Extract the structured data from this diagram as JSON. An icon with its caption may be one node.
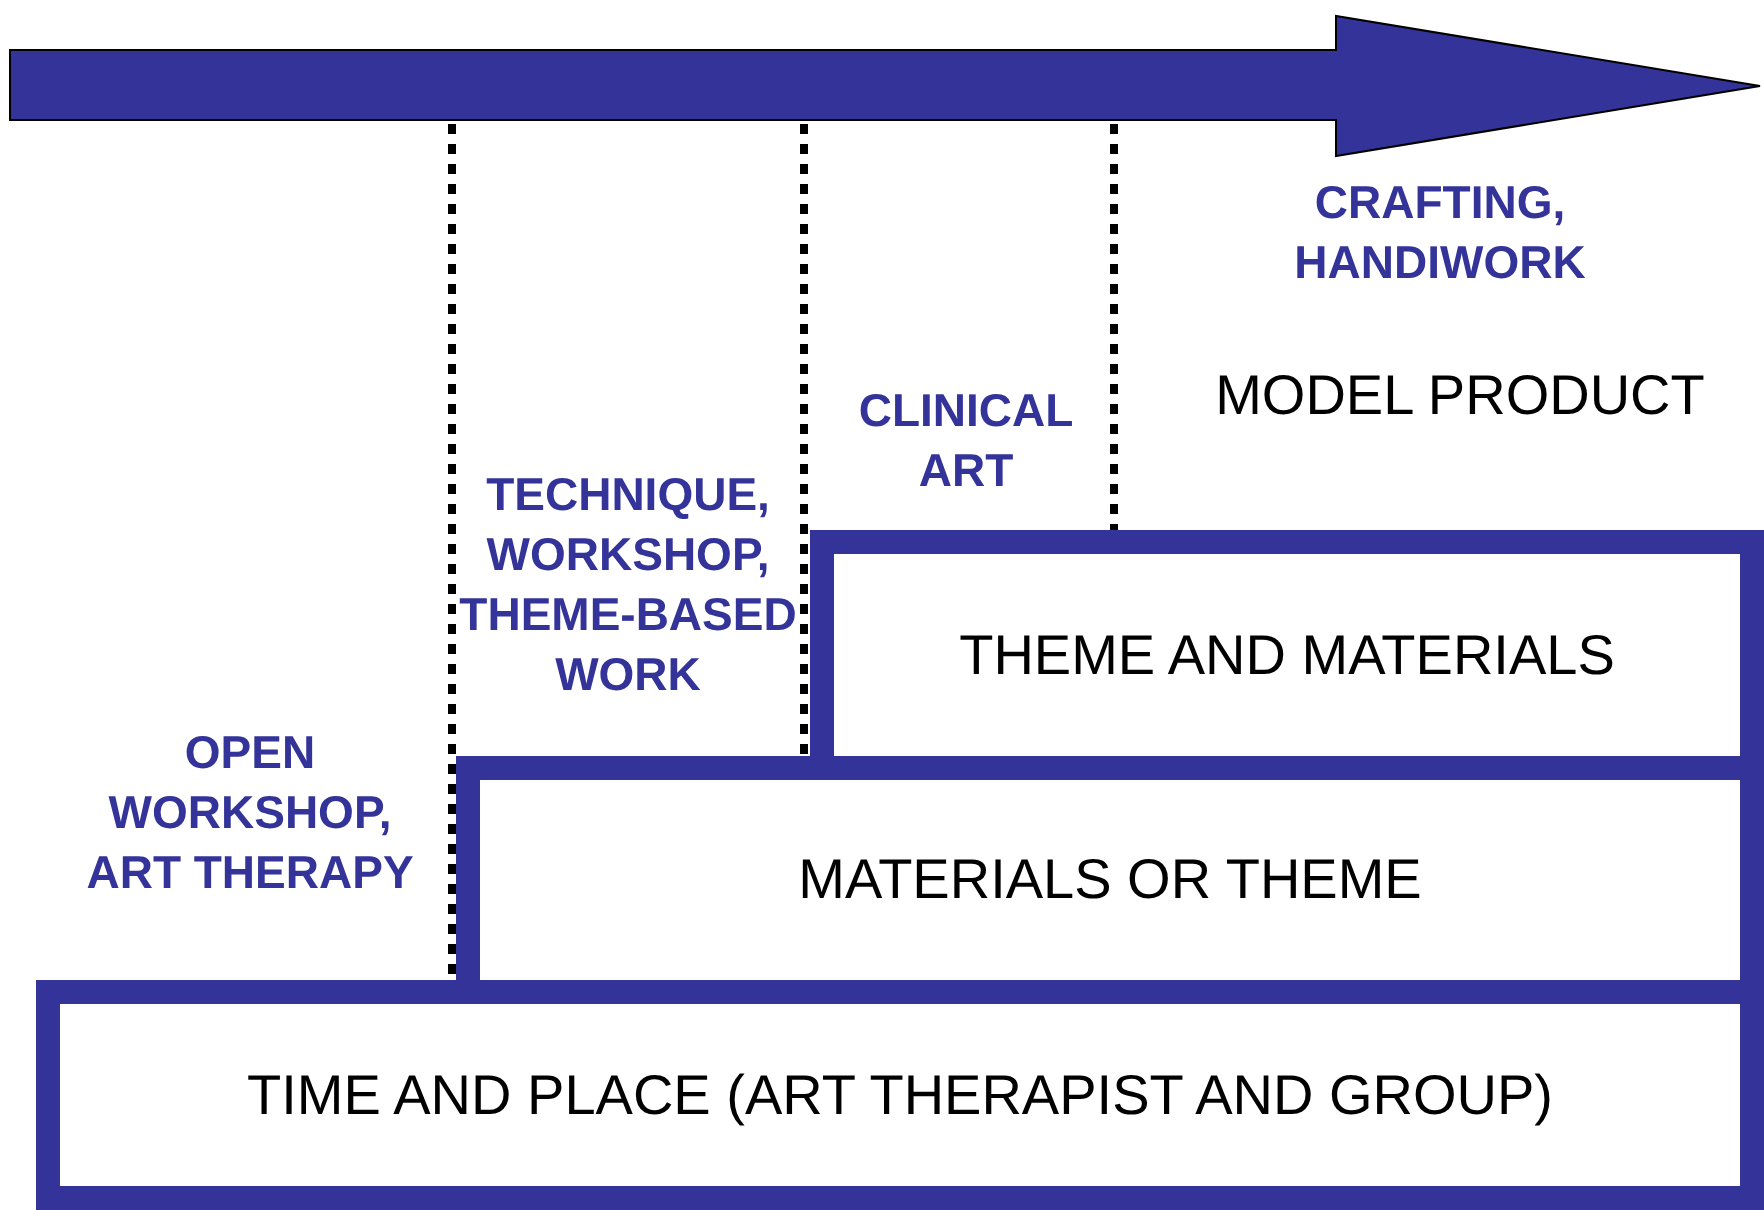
{
  "diagram": {
    "nodes": [
      {
        "text": [
          "THEME AND MATERIALS"
        ]
      },
      {
        "text": [
          "MATERIALS OR THEME"
        ]
      },
      {
        "text": [
          "TIME AND PLACE (ART THERAPIST AND GROUP)"
        ]
      }
    ],
    "labels": [
      "CRAFTING, HANDIWORK",
      "MODEL PRODUCT",
      "CLINICAL ART",
      "TECHNIQUE, WORKSHOP, THEME-BASED WORK",
      "OPEN WORKSHOP, ART THERAPY"
    ]
  }
}
